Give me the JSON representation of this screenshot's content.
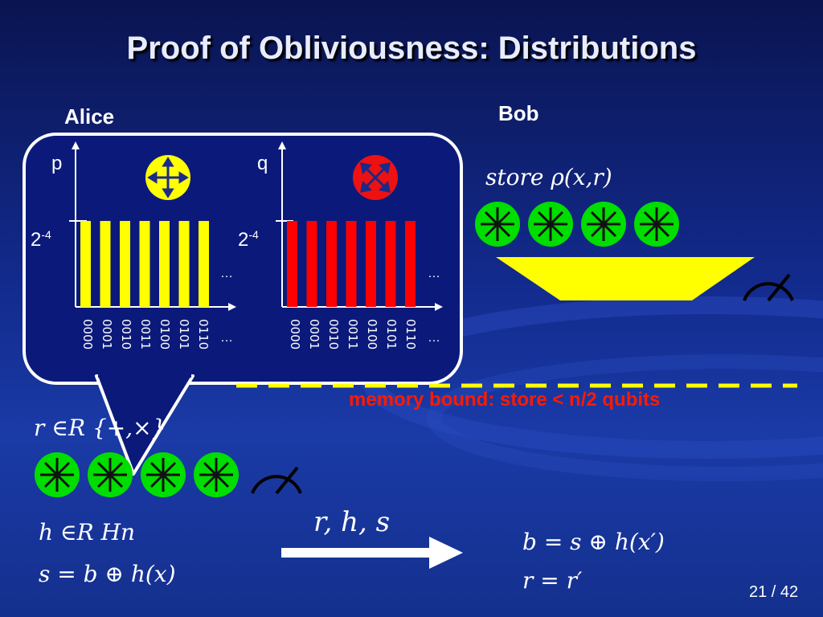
{
  "slide": {
    "title": "Proof of Obliviousness: Distributions",
    "page": "21 / 42"
  },
  "alice": {
    "label": "Alice",
    "sample_text": "r ∈R {+,×}",
    "h_text": "h ∈R Hn",
    "s_text": "s = b ⊕ h(x)"
  },
  "bob": {
    "label": "Bob",
    "store_text": "store ρ(x,r)",
    "memory_bound": "memory bound: store < n/2 qubits",
    "line1": "b = s ⊕ h(x′)",
    "line2": "r = r′"
  },
  "message": "r, h, s",
  "chart_data": [
    {
      "type": "bar",
      "ylabel": "p",
      "ytick": "2-4",
      "bar_color": "#ffff00",
      "basis_icon": "plus-basis-icon",
      "categories": [
        "0000",
        "0001",
        "0010",
        "0011",
        "0100",
        "0101",
        "0110"
      ],
      "values": [
        0.0625,
        0.0625,
        0.0625,
        0.0625,
        0.0625,
        0.0625,
        0.0625
      ],
      "ellipsis": "…"
    },
    {
      "type": "bar",
      "ylabel": "q",
      "ytick": "2-4",
      "bar_color": "#ff0000",
      "basis_icon": "cross-basis-icon",
      "categories": [
        "0000",
        "0001",
        "0010",
        "0011",
        "0100",
        "0101",
        "0110"
      ],
      "values": [
        0.0625,
        0.0625,
        0.0625,
        0.0625,
        0.0625,
        0.0625,
        0.0625
      ],
      "ellipsis": "…"
    }
  ],
  "colors": {
    "qubit_green": "#00dd00",
    "yellow": "#ffff00",
    "red": "#ff0000",
    "memory_bound": "#ff1a00"
  }
}
